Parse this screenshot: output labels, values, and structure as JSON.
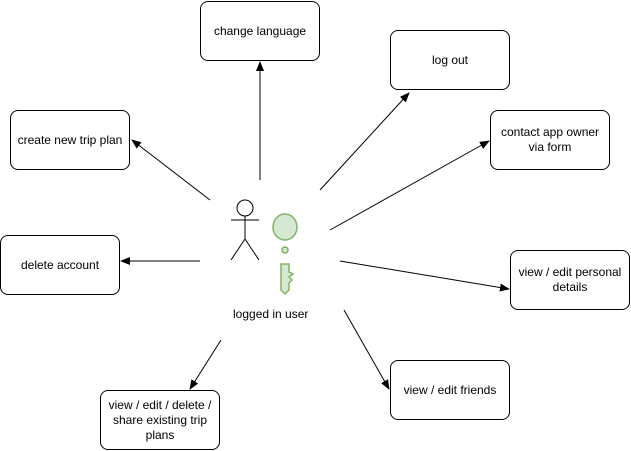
{
  "actor": {
    "label": "logged in user",
    "icons": [
      "stick-figure-user-icon",
      "key-icon"
    ]
  },
  "key_color": {
    "fill": "#d5e8d4",
    "stroke": "#82b366"
  },
  "actions": {
    "change_language": "change language",
    "log_out": "log out",
    "create_trip": "create new trip plan",
    "contact_owner": "contact app owner via form",
    "delete_account": "delete account",
    "view_personal": "view / edit personal details",
    "view_friends": "view / edit friends",
    "view_trips": "view / edit / delete / share existing trip plans"
  }
}
